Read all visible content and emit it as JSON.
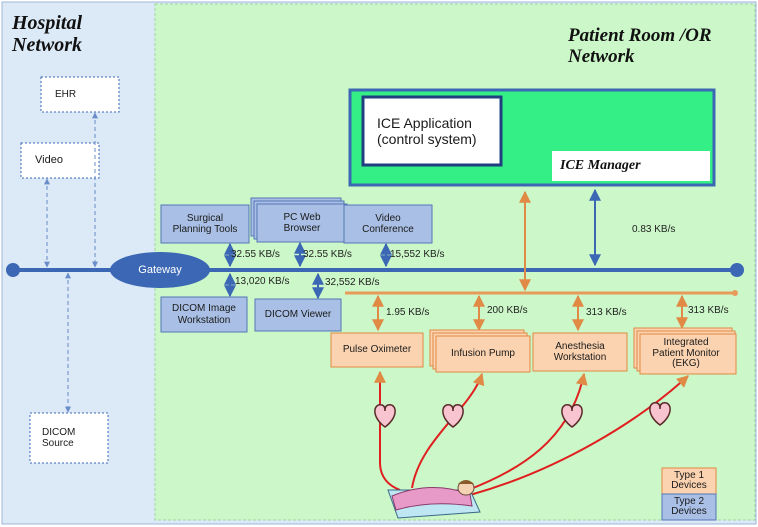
{
  "hospital_network": {
    "title_line1": "Hospital",
    "title_line2": "Network"
  },
  "patient_network": {
    "title_line1": "Patient Room /OR",
    "title_line2": "Network"
  },
  "hospital_nodes": {
    "ehr": "EHR",
    "video": "Video",
    "dicom_source_line1": "DICOM",
    "dicom_source_line2": "Source"
  },
  "ice": {
    "application_line1": "ICE Application",
    "application_line2": "(control system)",
    "manager": "ICE Manager"
  },
  "gateway": "Gateway",
  "type2_devices": {
    "surgical_line1": "Surgical",
    "surgical_line2": "Planning Tools",
    "pc_web_line1": "PC Web",
    "pc_web_line2": "Browser",
    "video_conf_line1": "Video",
    "video_conf_line2": "Conference",
    "dicom_ws_line1": "DICOM Image",
    "dicom_ws_line2": "Workstation",
    "dicom_viewer": "DICOM Viewer"
  },
  "type1_devices": {
    "pulse_oximeter": "Pulse Oximeter",
    "infusion_pump": "Infusion Pump",
    "anesthesia_line1": "Anesthesia",
    "anesthesia_line2": "Workstation",
    "monitor_line1": "Integrated",
    "monitor_line2": "Patient Monitor",
    "monitor_line3": "(EKG)"
  },
  "rates": {
    "surgical": "32.55 KB/s",
    "pc_web": "32.55 KB/s",
    "video_conf": "15,552 KB/s",
    "dicom_ws": "13,020 KB/s",
    "dicom_viewer": "32,552 KB/s",
    "ice_manager": "0.83 KB/s",
    "pulse_oximeter": "1.95 KB/s",
    "infusion_pump": "200 KB/s",
    "anesthesia": "313 KB/s",
    "monitor": "313 KB/s"
  },
  "legend": {
    "type1_line1": "Type 1",
    "type1_line2": "Devices",
    "type2_line1": "Type 2",
    "type2_line2": "Devices"
  },
  "colors": {
    "hospital_bg": "#dce9f7",
    "room_bg": "#ccf7c8",
    "bus": "#3b67b5",
    "ice_app": "#33ef85",
    "type1_fill": "#fbd3b0",
    "type2_fill": "#a9bfe5",
    "orange_link": "#e89a5a",
    "red_link": "#e02020",
    "heart": "#f7c4cf"
  }
}
